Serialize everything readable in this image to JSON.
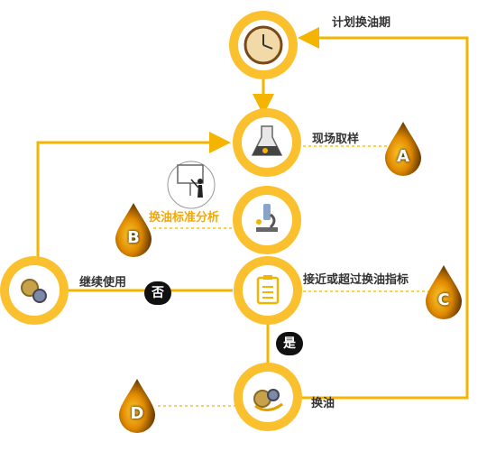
{
  "steps": {
    "plan": {
      "label": "计划换油期"
    },
    "sample": {
      "label": "现场取样"
    },
    "analyze": {
      "label": "换油标准分析"
    },
    "check": {
      "label": "接近或超过换油指标"
    },
    "continue": {
      "label": "继续使用"
    },
    "change": {
      "label": "换油"
    }
  },
  "decisions": {
    "no": "否",
    "yes": "是"
  },
  "drops": {
    "a": "A",
    "b": "B",
    "c": "C",
    "d": "D"
  },
  "colors": {
    "accent": "#f5b400",
    "ring": "#fbc02d",
    "dark": "#111111"
  }
}
